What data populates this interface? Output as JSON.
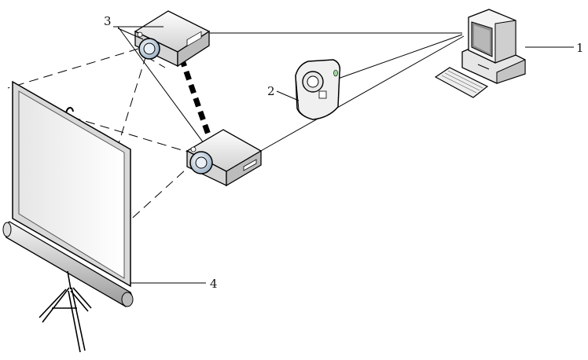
{
  "labels": {
    "computer": "1",
    "camera": "2",
    "projectors": "3",
    "screen": "4"
  },
  "colors": {
    "line": "#000000",
    "device_body": "#f2f2f2",
    "device_shadow": "#bdbdbd",
    "screen_frame": "#d9d9d9"
  }
}
